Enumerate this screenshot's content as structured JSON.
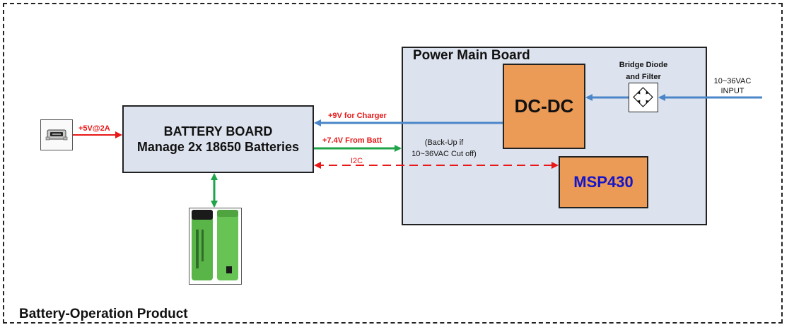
{
  "product_title": "Battery-Operation Product",
  "power_main_board": {
    "title": "Power Main Board"
  },
  "battery_board": {
    "line1": "BATTERY BOARD",
    "line2": "Manage 2x 18650 Batteries"
  },
  "dcdc": {
    "label": "DC-DC"
  },
  "msp430": {
    "label": "MSP430"
  },
  "bridge": {
    "line1": "Bridge Diode",
    "line2": "and Filter"
  },
  "input": {
    "line1": "10~36VAC",
    "line2": "INPUT"
  },
  "backup": {
    "line1": "(Back-Up if",
    "line2": "10~36VAC Cut off)"
  },
  "links": {
    "usb_in": "+5V@2A",
    "charger": "+9V for Charger",
    "from_batt": "+7.4V From Batt",
    "i2c": "I2C"
  },
  "colors": {
    "box_fill": "#dde3ee",
    "block_fill": "#ec9b57",
    "arrow_blue": "#4a86c8",
    "arrow_green": "#1fa44a",
    "arrow_red": "#e81818",
    "msp_text": "#1515c8"
  },
  "icons": {
    "usb": "usb-connector-icon",
    "bridge": "bridge-rectifier-icon",
    "battery": "battery-cells-icon"
  }
}
